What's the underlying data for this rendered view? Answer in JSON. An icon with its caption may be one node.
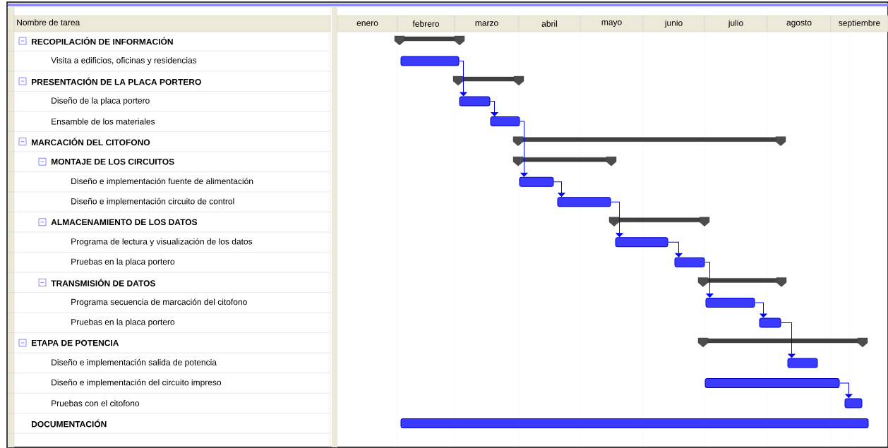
{
  "diagram": {
    "nodes": [
      {
        "text": [],
        "shape": "bracket"
      },
      {
        "text": [],
        "shape": "bar"
      },
      {
        "text": [],
        "shape": "bracket"
      },
      {
        "text": [],
        "shape": "bar"
      },
      {
        "text": [],
        "shape": "bar"
      },
      {
        "text": [],
        "shape": "bracket"
      },
      {
        "text": [],
        "shape": "bracket"
      },
      {
        "text": [],
        "shape": "bar"
      },
      {
        "text": [],
        "shape": "bar"
      },
      {
        "text": [],
        "shape": "bracket"
      },
      {
        "text": [],
        "shape": "bar"
      },
      {
        "text": [],
        "shape": "bar"
      },
      {
        "text": [],
        "shape": "bracket"
      },
      {
        "text": [],
        "shape": "bar"
      },
      {
        "text": [],
        "shape": "bar"
      },
      {
        "text": [],
        "shape": "bracket"
      },
      {
        "text": [],
        "shape": "bar"
      },
      {
        "text": [],
        "shape": "bar"
      },
      {
        "text": [],
        "shape": "bar"
      },
      {
        "text": [],
        "shape": "bar"
      }
    ],
    "edges": [
      {
        "from": 1,
        "to": 3,
        "arrow": "to"
      },
      {
        "from": 3,
        "to": 4,
        "arrow": "to"
      },
      {
        "from": 4,
        "to": 7,
        "arrow": "to"
      },
      {
        "from": 7,
        "to": 8,
        "arrow": "to"
      },
      {
        "from": 8,
        "to": 10,
        "arrow": "to"
      },
      {
        "from": 10,
        "to": 11,
        "arrow": "to"
      },
      {
        "from": 11,
        "to": 13,
        "arrow": "to"
      },
      {
        "from": 13,
        "to": 14,
        "arrow": "to"
      },
      {
        "from": 14,
        "to": 16,
        "arrow": "to"
      },
      {
        "from": 17,
        "to": 18,
        "arrow": "to"
      }
    ],
    "labels": [
      "Nombre de tarea",
      "enero",
      "febrero",
      "marzo",
      "abril",
      "mayo",
      "junio",
      "julio",
      "agosto",
      "septiembre",
      "RECOPILACIÓN DE INFORMACIÓN",
      "Visita a edificios, oficinas y residencias",
      "PRESENTACIÓN DE LA PLACA PORTERO",
      "Diseño de la placa portero",
      "Ensamble de los materiales",
      "MARCACIÓN DEL CITOFONO",
      "MONTAJE DE LOS CIRCUITOS",
      "Diseño e implementación fuente de alimentación",
      "Diseño e implementación circuito de control",
      "ALMACENAMIENTO DE LOS DATOS",
      "Programa de lectura y visualización de los datos",
      "Pruebas en la placa portero",
      "TRANSMISIÓN DE DATOS",
      "Programa secuencia de marcación del citofono",
      "Pruebas en la placa portero",
      "ETAPA DE POTENCIA",
      "Diseño e implementación salida de potencia",
      "Diseño e implementación del circuito impreso",
      "Pruebas con el citofono",
      "DOCUMENTACIÓN"
    ]
  }
}
